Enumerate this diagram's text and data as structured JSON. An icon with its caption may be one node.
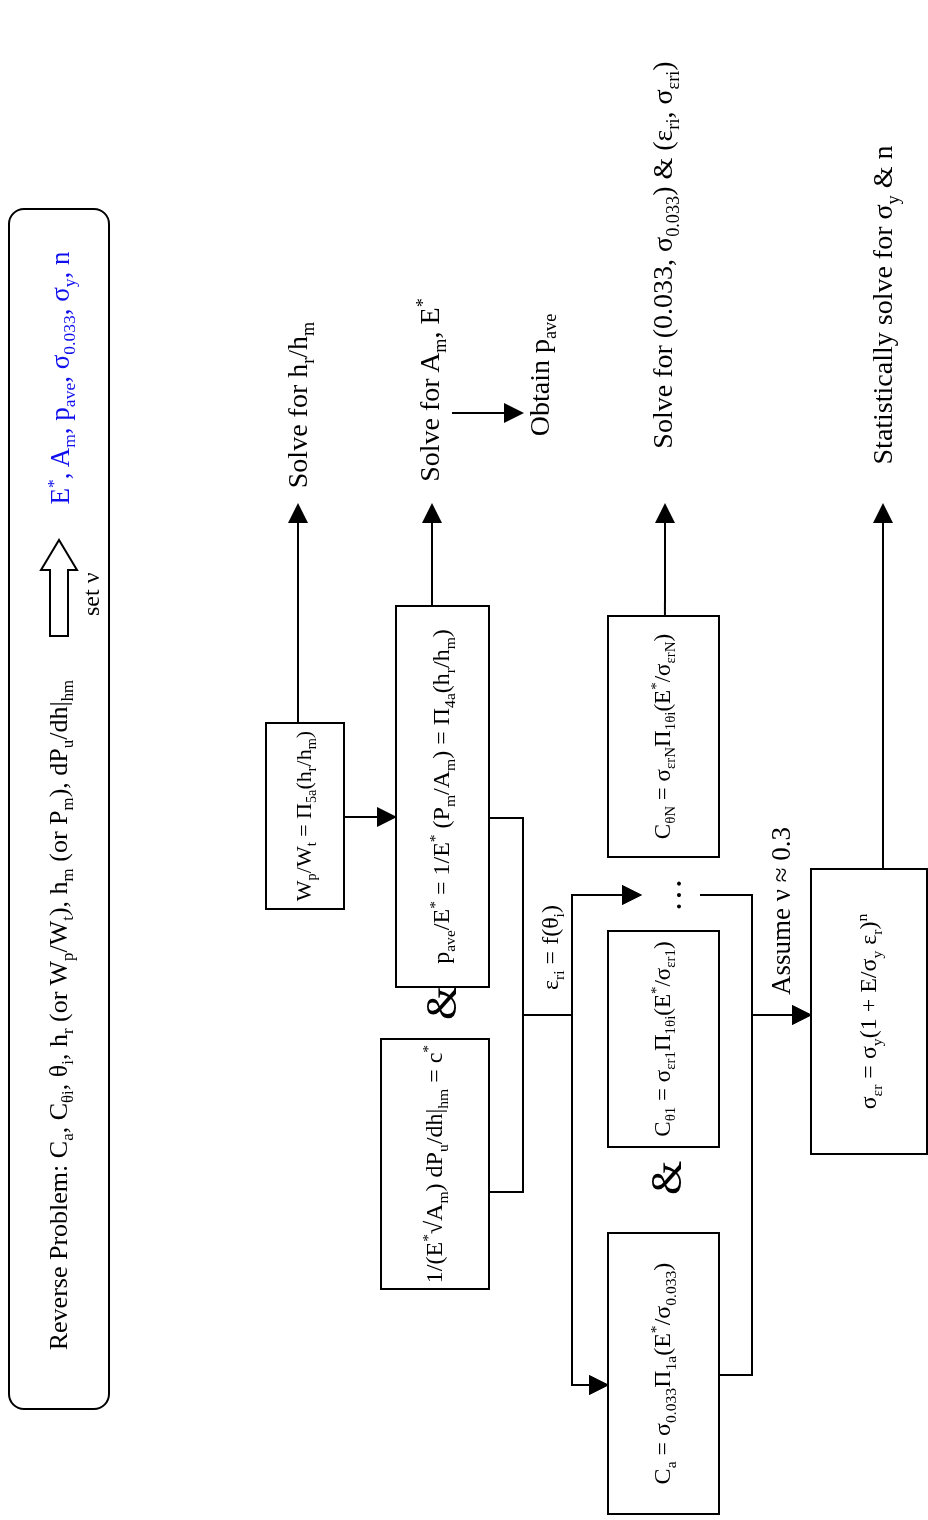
{
  "diagram": {
    "nodes": [
      {
        "text": [],
        "shape": "box"
      },
      {
        "text": [
          "Reverse Problem: C$_{a}$, C$_{θi}$, θ$_{i}$, h$_{r}$ (or W$_{p}$/W$_{t}$), h$_{m}$ (or P$_{m}$), dP$_{u}$/dh|$_{hm}$"
        ],
        "in": 0
      },
      {
        "text": [
          "E$^{*}$, A$_{m}$, p$_{ave}$, σ$_{0.033}$, σ$_{y}$, n"
        ],
        "in": 0
      },
      {
        "text": [
          "W$_{p}$/W$_{t}$ = Π$_{5a}$(h$_{r}$/h$_{m}$)"
        ]
      },
      {
        "text": [
          "p$_{ave}$/E$^{*}$ = 1/E$^{*}$ (P$_{m}$/A$_{m}$) = Π$_{4a}$(h$_{r}$/h$_{m}$)"
        ]
      },
      {
        "text": [
          "1/(E$^{*}$√A$_{m}$) dP$_{u}$/dh|$_{hm}$ = c$^{*}$"
        ]
      },
      {
        "text": [
          "C$_{a}$ = σ$_{0.033}$Π$_{1a}$(E$^{*}$/σ$_{0.033}$)"
        ]
      },
      {
        "text": [
          "C$_{θ1}$ = σ$_{εr1}$Π$_{1θi}$(E$^{*}$/σ$_{εr1}$)"
        ]
      },
      {
        "text": [
          "…"
        ]
      },
      {
        "text": [
          "C$_{θN}$ = σ$_{εrN}$Π$_{1θi}$(E$^{*}$/σ$_{εrN}$)"
        ]
      },
      {
        "text": [
          "σ$_{εr}$ = σ$_{y}$(1 + E/σ$_{y}$ ε$_{r}$)$^{n}$"
        ]
      },
      {
        "text": [
          "Solve for h$_{r}$/h$_{m}$"
        ]
      },
      {
        "text": [
          "Solve for A$_{m}$, E$^{*}$"
        ]
      },
      {
        "text": [
          "Obtain p$_{ave}$"
        ]
      },
      {
        "text": [
          "Solve for (0.033, σ$_{0.033}$) & (ε$_{ri}$, σ$_{εri}$)"
        ]
      },
      {
        "text": [
          "Statistically solve for σ$_{y}$ & n"
        ]
      }
    ],
    "edges": [
      {
        "from": 1,
        "to": 2,
        "arrow": "to",
        "label": "set ν"
      },
      {
        "from": 3,
        "to": 11,
        "arrow": "to"
      },
      {
        "from": 3,
        "to": 4,
        "arrow": "to"
      },
      {
        "from": 4,
        "to": 12,
        "arrow": "to"
      },
      {
        "from": 12,
        "to": 13,
        "arrow": "to"
      },
      {
        "from": 5,
        "to": 6,
        "arrow": "to"
      },
      {
        "from": 5,
        "to": 8,
        "arrow": "to"
      },
      {
        "from": 4,
        "to": 6,
        "arrow": "to"
      },
      {
        "from": 4,
        "to": 8,
        "arrow": "to"
      },
      {
        "from": 9,
        "to": 14,
        "arrow": "to"
      },
      {
        "from": 6,
        "to": 10,
        "arrow": "to"
      },
      {
        "from": 8,
        "to": 10,
        "arrow": "to"
      },
      {
        "from": 10,
        "to": 15,
        "arrow": "to"
      }
    ],
    "labels": [
      "&",
      "ε$_{ri}$ = f(θ$_{i}$)",
      "&",
      "Assume ν ≈ 0.3"
    ]
  }
}
